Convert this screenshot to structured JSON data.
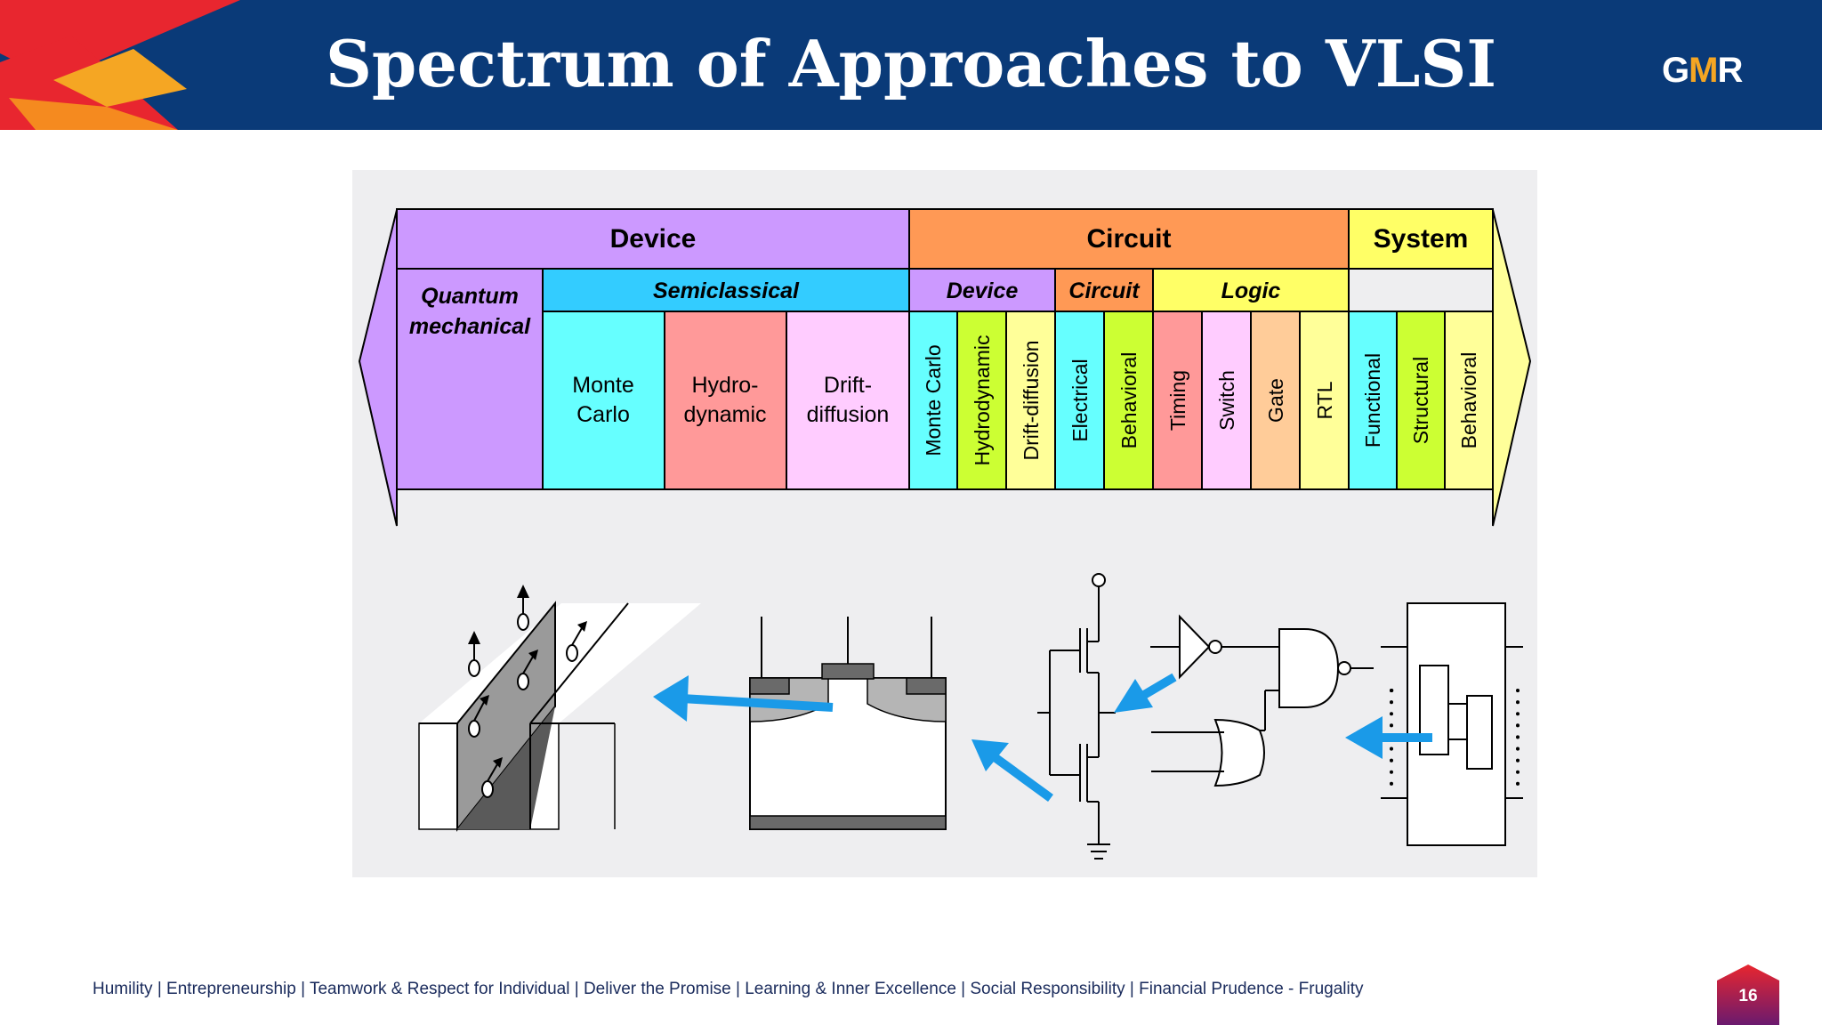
{
  "slide": {
    "title": "Spectrum of Approaches to VLSI",
    "logo": {
      "part1": "G",
      "part2": "M",
      "part3": "R"
    },
    "page_number": "16",
    "footer": "Humility | Entrepreneurship | Teamwork & Respect for Individual | Deliver the Promise | Learning & Inner Excellence | Social Responsibility | Financial Prudence - Frugality"
  },
  "colors": {
    "header_bg": "#0a3a78",
    "device": "#cc99ff",
    "circuit": "#ff9955",
    "system": "#ffff66",
    "cyan": "#66ffff",
    "salmon": "#ff9999",
    "pink": "#ffccff",
    "lime": "#ccff33",
    "pale_yellow": "#ffff99",
    "peach": "#ffcc99",
    "arrow_blue": "#1a9ae8"
  },
  "spectrum": {
    "top": {
      "device": "Device",
      "circuit": "Circuit",
      "system": "System"
    },
    "mid": {
      "quantum_line1": "Quantum",
      "quantum_line2": "mechanical",
      "semiclassical": "Semiclassical",
      "device": "Device",
      "circuit": "Circuit",
      "logic": "Logic"
    },
    "semi": {
      "monte_carlo_1": "Monte",
      "monte_carlo_2": "Carlo",
      "hydro_1": "Hydro-",
      "hydro_2": "dynamic",
      "drift_1": "Drift-",
      "drift_2": "diffusion"
    },
    "vertical": {
      "monte_carlo": "Monte Carlo",
      "hydrodynamic": "Hydrodynamic",
      "drift_diffusion": "Drift-diffusion",
      "electrical": "Electrical",
      "behavioral_circuit": "Behavioral",
      "timing": "Timing",
      "switch": "Switch",
      "gate": "Gate",
      "rtl": "RTL",
      "functional": "Functional",
      "structural": "Structural",
      "behavioral_system": "Behavioral"
    }
  }
}
